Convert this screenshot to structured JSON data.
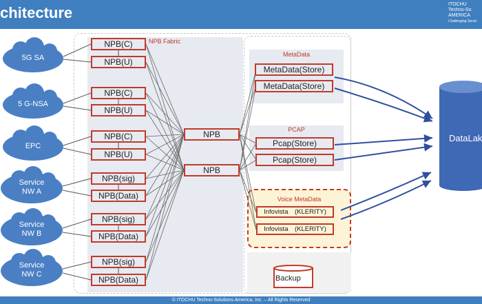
{
  "header": {
    "title": "chitecture",
    "logo_line1": "ITOCHU",
    "logo_line2": "Techno-So",
    "logo_line3": "AMERICA",
    "logo_tagline": "Challenging Servic"
  },
  "fabric_label": "NPB Fabric",
  "sources": [
    {
      "line1": "5G SA",
      "line2": ""
    },
    {
      "line1": "5 G-NSA",
      "line2": ""
    },
    {
      "line1": "EPC",
      "line2": ""
    },
    {
      "line1": "Service",
      "line2": "NW A"
    },
    {
      "line1": "Service",
      "line2": "NW B"
    },
    {
      "line1": "Service",
      "line2": "NW C"
    }
  ],
  "edge_npbs": [
    "NPB(C)",
    "NPB(U)",
    "NPB(C)",
    "NPB(U)",
    "NPB(C)",
    "NPB(U)",
    "NPB(sig)",
    "NPB(Data)",
    "NPB(sig)",
    "NPB(Data)",
    "NPB(sig)",
    "NPB(Data)"
  ],
  "core_npbs": [
    "NPB",
    "NPB"
  ],
  "groups": {
    "metadata": {
      "title": "MetaData",
      "items": [
        "MetaData(Store)",
        "MetaData(Store)"
      ]
    },
    "pcap": {
      "title": "PCAP",
      "items": [
        "Pcap(Store)",
        "Pcap(Store)"
      ]
    },
    "voice": {
      "title": "Voice MetaData",
      "items": [
        "Infovista　(KLERITY)",
        "Infovista　(KLERITY)"
      ]
    }
  },
  "datalake_label": "DataLak",
  "backup_label": "Backup",
  "footer": "© ITOCHU Techno-Solutions America, Inc. – All Rights Reserved",
  "colors": {
    "header": "#3f7fc0",
    "box_border": "#c0392b",
    "cloud": "#4a7fc4",
    "datalake": "#3f68b5",
    "arrow": "#2f4f9e"
  }
}
